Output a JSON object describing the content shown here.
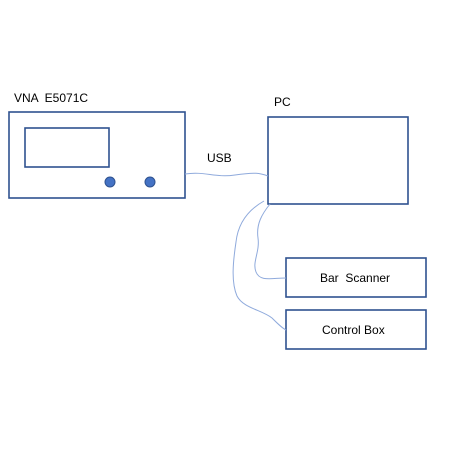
{
  "diagram": {
    "vna": {
      "label": "VNA  E5071C"
    },
    "pc": {
      "label": "PC"
    },
    "usb_link": {
      "label": "USB"
    },
    "bar_scanner": {
      "label": "Bar  Scanner"
    },
    "control_box": {
      "label": "Control Box"
    }
  },
  "colors": {
    "box_stroke": "#2F528F",
    "knob_fill": "#4472C4",
    "wire": "#8FAADC",
    "text": "#000000"
  }
}
